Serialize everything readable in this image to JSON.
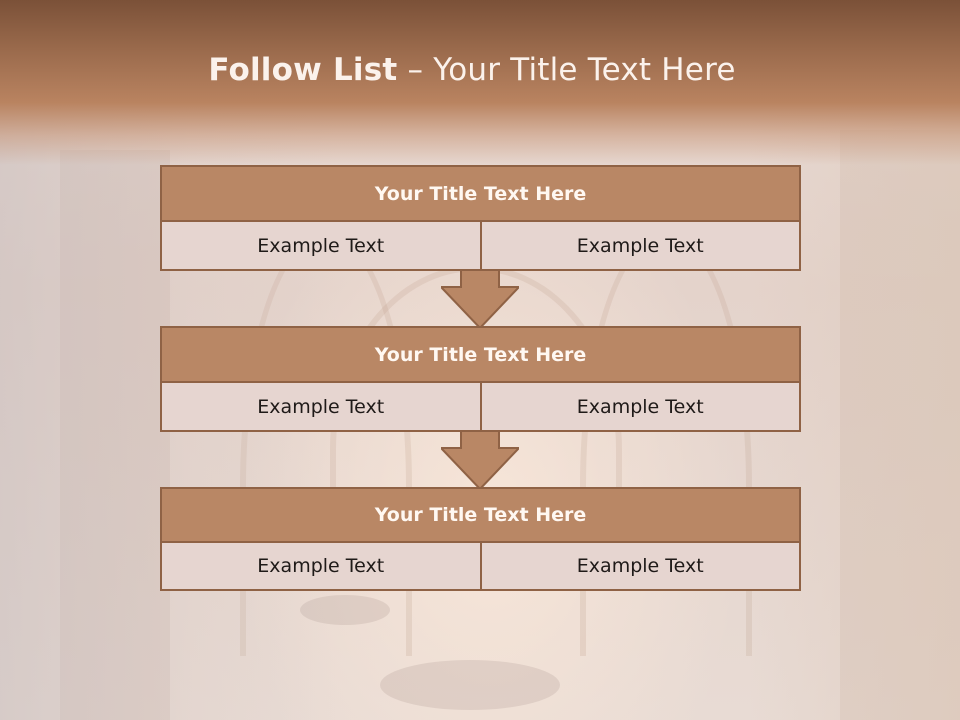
{
  "slide": {
    "title_bold": "Follow List",
    "title_rest": " – Your Title Text Here"
  },
  "colors": {
    "header_dark": "#7b5138",
    "block_fill": "#b98765",
    "block_border": "#8f6245",
    "cell_fill": "#e6d5d0"
  },
  "blocks": [
    {
      "title": "Your Title Text Here",
      "left": "Example Text",
      "right": "Example Text"
    },
    {
      "title": "Your Title Text Here",
      "left": "Example Text",
      "right": "Example Text"
    },
    {
      "title": "Your Title Text Here",
      "left": "Example Text",
      "right": "Example Text"
    }
  ],
  "arrows": [
    "arrow-down-icon",
    "arrow-down-icon"
  ]
}
